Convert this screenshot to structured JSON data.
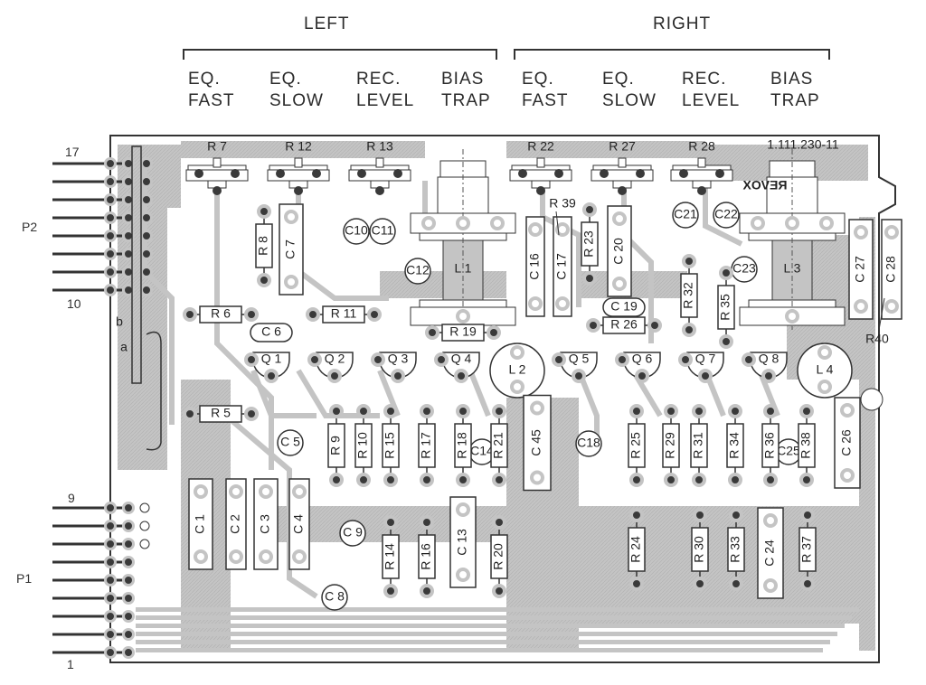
{
  "groups": {
    "left": {
      "label": "LEFT",
      "controls": [
        {
          "line1": "EQ.",
          "line2": "FAST"
        },
        {
          "line1": "EQ.",
          "line2": "SLOW"
        },
        {
          "line1": "REC.",
          "line2": "LEVEL"
        },
        {
          "line1": "BIAS",
          "line2": "TRAP"
        }
      ]
    },
    "right": {
      "label": "RIGHT",
      "controls": [
        {
          "line1": "EQ.",
          "line2": "FAST"
        },
        {
          "line1": "EQ.",
          "line2": "SLOW"
        },
        {
          "line1": "REC.",
          "line2": "LEVEL"
        },
        {
          "line1": "BIAS",
          "line2": "TRAP"
        }
      ]
    }
  },
  "connectors": {
    "p2": {
      "label": "P2",
      "pin_top": "17",
      "pin_bottom": "10",
      "pins": 8
    },
    "p1": {
      "label": "P1",
      "pin_top": "9",
      "pin_bottom": "1",
      "pins": 9
    },
    "jumper_a": "a",
    "jumper_b": "b"
  },
  "board": {
    "serial": "1.111.230-11",
    "brand": "REVOX",
    "colors": {
      "trace": "#c4c4c4",
      "pad": "#3a3a3a",
      "outline": "#333333",
      "board": "#ffffff"
    }
  },
  "trimmers": [
    "R 7",
    "R 12",
    "R 13",
    "R 22",
    "R 27",
    "R 28"
  ],
  "transistors": [
    "Q 1",
    "Q 2",
    "Q 3",
    "Q 4",
    "Q 5",
    "Q 6",
    "Q 7",
    "Q 8"
  ],
  "coils": {
    "large": [
      "L 1",
      "L 3"
    ],
    "round": [
      "L 2",
      "L 4"
    ]
  },
  "electrolytics": [
    "C10",
    "C11",
    "C12",
    "C 5",
    "C 9",
    "C 8",
    "C14",
    "C18",
    "C21",
    "C22",
    "C23",
    "C25"
  ],
  "disc_caps": [
    "C 6",
    "C 19"
  ],
  "box_caps": [
    "C 7",
    "C 16",
    "C 17",
    "C 20",
    "C 27",
    "C 28",
    "C 45",
    "C 26",
    "C 1",
    "C 2",
    "C 3",
    "C 4",
    "C 13",
    "C 24"
  ],
  "h_resistors": [
    "R 6",
    "R 11",
    "R 19",
    "R 26",
    "R 5"
  ],
  "v_resistors": [
    "R 8",
    "R 23",
    "R 32",
    "R 35",
    "R 9",
    "R 10",
    "R 15",
    "R 17",
    "R 18",
    "R 21",
    "R 25",
    "R 29",
    "R 31",
    "R 34",
    "R 36",
    "R 38",
    "R 14",
    "R 16",
    "R 20",
    "R 24",
    "R 30",
    "R 33",
    "R 37"
  ],
  "callouts": [
    "R 39",
    "R40"
  ]
}
